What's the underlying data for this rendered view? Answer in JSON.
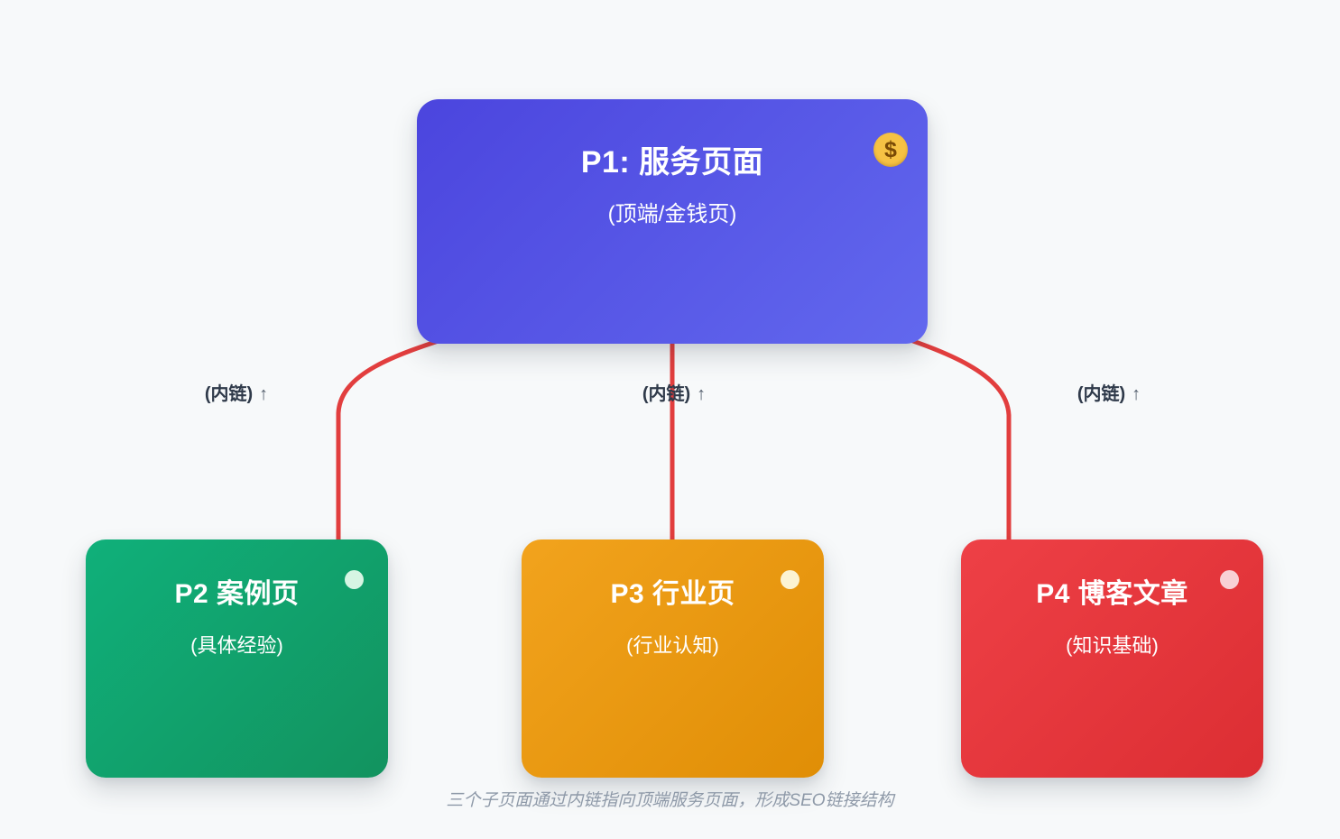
{
  "diagram": {
    "background": "#f7f9fa",
    "connector_color": "#e23e3e",
    "caption": "三个子页面通过内链指向顶端服务页面，形成SEO链接结构",
    "nodes": [
      {
        "id": "p1",
        "title": "P1: 服务页面",
        "subtitle": "(顶端/金钱页)",
        "badge_glyph": "$",
        "badge_bg": "#f6c244",
        "badge_glyph_color": "#7a4a05",
        "gradient_from": "#4b45de",
        "gradient_to": "#6268ee"
      },
      {
        "id": "p2",
        "title": "P2 案例页",
        "subtitle": "(具体经验)",
        "dot_color": "#d6f5e3",
        "gradient_from": "#10b07a",
        "gradient_to": "#12935f"
      },
      {
        "id": "p3",
        "title": "P3 行业页",
        "subtitle": "(行业认知)",
        "dot_color": "#fcf3d2",
        "gradient_from": "#f2a31d",
        "gradient_to": "#e08e06"
      },
      {
        "id": "p4",
        "title": "P4 博客文章",
        "subtitle": "(知识基础)",
        "dot_color": "#f8d0d5",
        "gradient_from": "#ee4046",
        "gradient_to": "#dc2e33"
      }
    ],
    "edge_labels": [
      {
        "text": "(内链)",
        "arrow": "↑"
      },
      {
        "text": "(内链)",
        "arrow": "↑"
      },
      {
        "text": "(内链)",
        "arrow": "↑"
      }
    ]
  }
}
